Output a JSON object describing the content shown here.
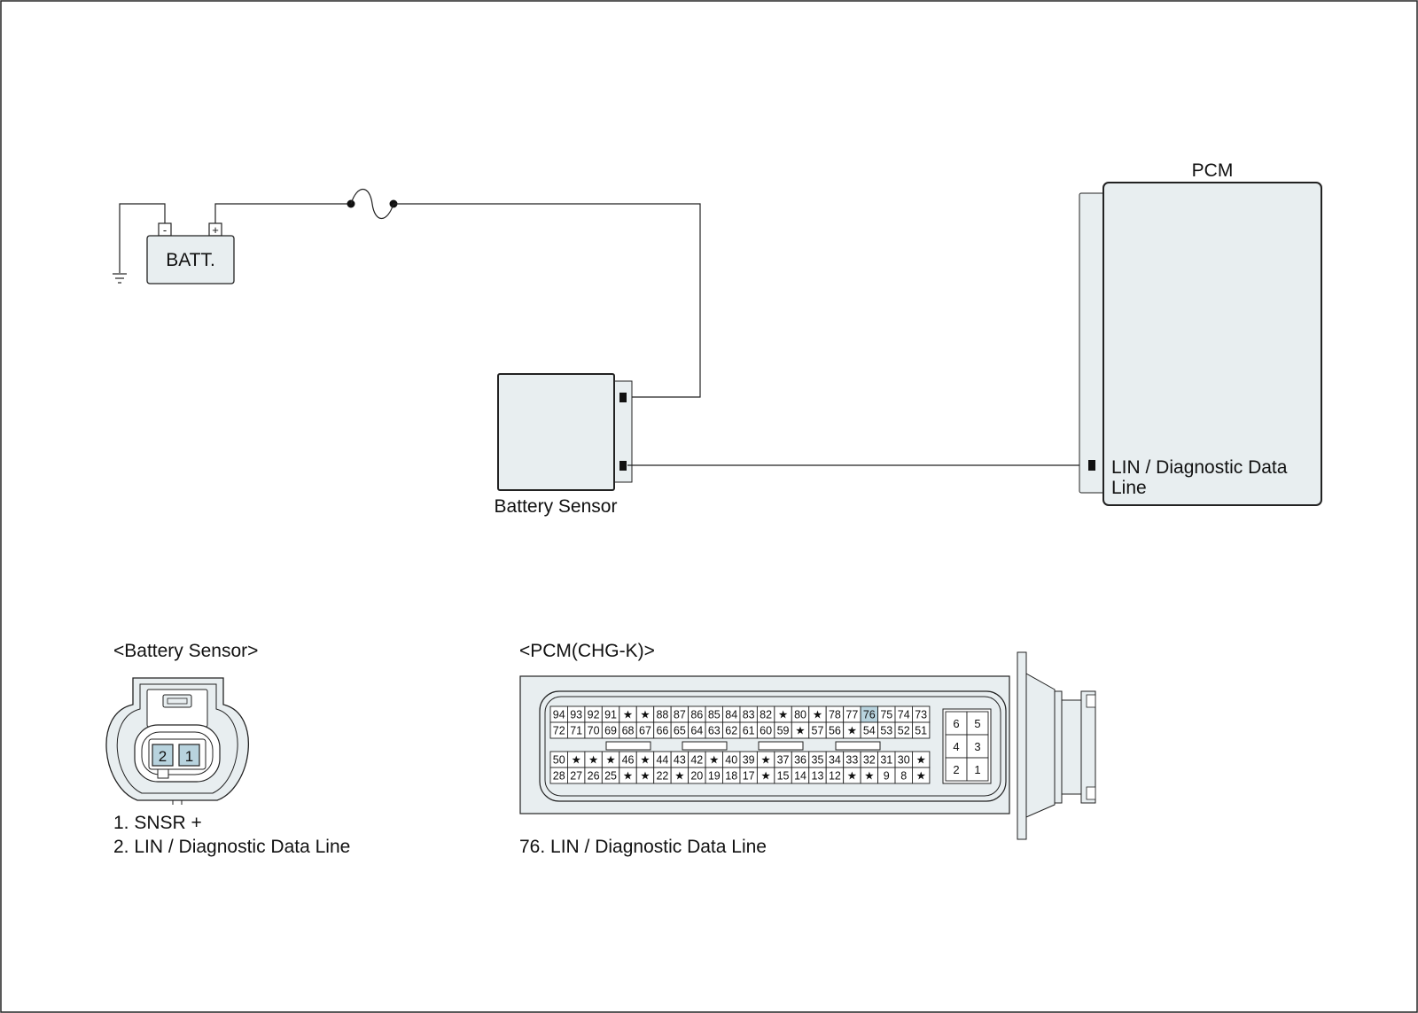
{
  "colors": {
    "box_fill": "#e8eef0",
    "highlight": "#b8d3de",
    "line": "#222222"
  },
  "top": {
    "battery": {
      "label": "BATT.",
      "neg": "-",
      "pos": "+"
    },
    "sensor_label": "Battery Sensor",
    "pcm": {
      "title": "PCM",
      "lin_line1": "LIN / Diagnostic Data",
      "lin_line2": "Line"
    }
  },
  "battery_connector": {
    "title": "<Battery Sensor>",
    "pins": [
      "2",
      "1"
    ],
    "highlighted": [
      "2",
      "1"
    ],
    "legend": [
      "1. SNSR +",
      "2. LIN / Diagnostic Data Line"
    ]
  },
  "pcm_connector": {
    "title": "<PCM(CHG-K)>",
    "rows": [
      [
        "94",
        "93",
        "92",
        "91",
        "*",
        "*",
        "88",
        "87",
        "86",
        "85",
        "84",
        "83",
        "82",
        "*",
        "80",
        "*",
        "78",
        "77",
        "76",
        "75",
        "74",
        "73"
      ],
      [
        "72",
        "71",
        "70",
        "69",
        "68",
        "67",
        "66",
        "65",
        "64",
        "63",
        "62",
        "61",
        "60",
        "59",
        "*",
        "57",
        "56",
        "*",
        "54",
        "53",
        "52",
        "51"
      ],
      [
        "50",
        "*",
        "*",
        "*",
        "46",
        "*",
        "44",
        "43",
        "42",
        "*",
        "40",
        "39",
        "*",
        "37",
        "36",
        "35",
        "34",
        "33",
        "32",
        "31",
        "30",
        "*"
      ],
      [
        "28",
        "27",
        "26",
        "25",
        "*",
        "*",
        "22",
        "*",
        "20",
        "19",
        "18",
        "17",
        "*",
        "15",
        "14",
        "13",
        "12",
        "*",
        "*",
        "9",
        "8",
        "*"
      ]
    ],
    "highlighted": [
      "76"
    ],
    "small_block": [
      [
        "6",
        "5"
      ],
      [
        "4",
        "3"
      ],
      [
        "2",
        "1"
      ]
    ],
    "legend": [
      "76. LIN / Diagnostic Data Line"
    ]
  }
}
